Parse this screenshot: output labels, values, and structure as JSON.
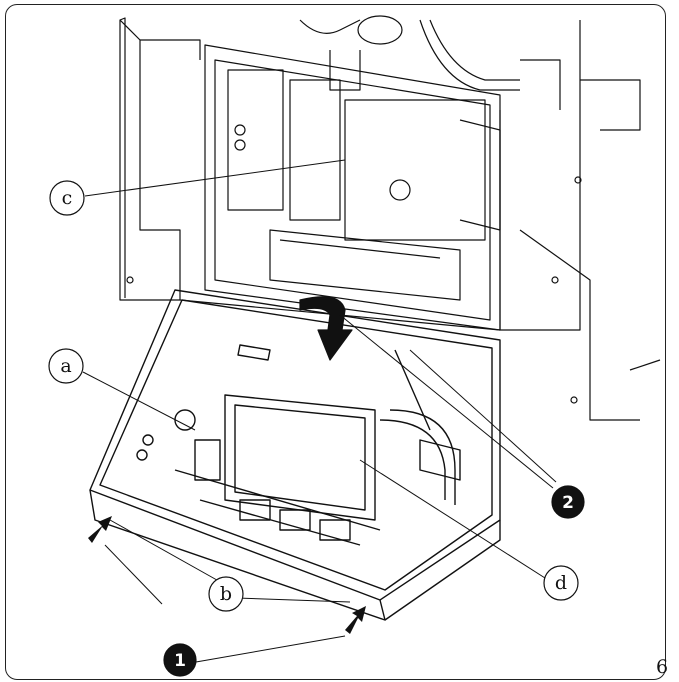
{
  "callouts": {
    "a": "a",
    "b": "b",
    "c": "c",
    "d": "d",
    "step1": "1",
    "step2": "2"
  },
  "page_number": "6"
}
